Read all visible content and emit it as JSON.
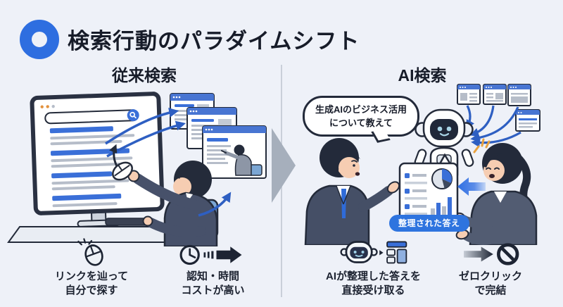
{
  "header": {
    "title": "検索行動のパラダイムシフト",
    "logo_icon": "ring-icon"
  },
  "panels": {
    "traditional": {
      "heading": "従来検索",
      "points": [
        {
          "icon": "mouse-click-icon",
          "label": "リンクを辿って\n自分で探す"
        },
        {
          "icon": "clock-cost-icon",
          "label": "認知・時間\nコストが高い"
        }
      ]
    },
    "ai": {
      "heading": "AI検索",
      "speech_bubble": "生成AIのビジネス活用\nについて教えて",
      "answer_badge": "整理された答え",
      "points": [
        {
          "icon": "robot-answer-icon",
          "label": "AIが整理した答えを\n直接受け取る"
        },
        {
          "icon": "zero-click-icon",
          "label": "ゼロクリック\nで完結"
        }
      ]
    }
  },
  "divider": {
    "shift_arrow_icon": "right-chevron-arrow"
  },
  "colors": {
    "background": "#eef1f8",
    "ink": "#171c29",
    "accent_blue": "#2e6ee0",
    "link_blue": "#3a6fd8",
    "badge_blue": "#2e74df",
    "outline_navy": "#242b3a",
    "divider_gray": "#c9cfd9",
    "shift_arrow_gray": "#a6afbc"
  }
}
